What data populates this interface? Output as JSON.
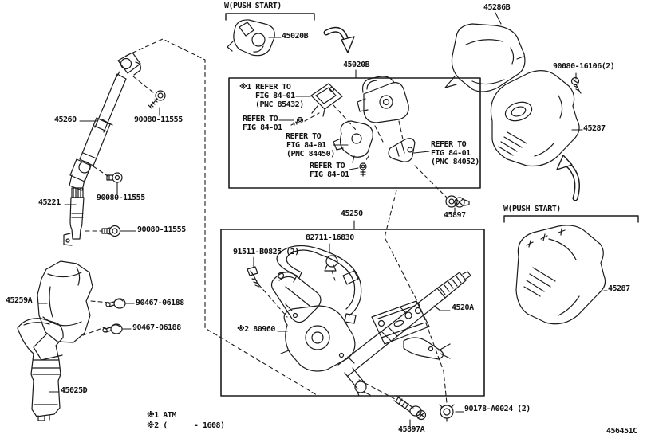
{
  "figure_code": "456451C",
  "notes": {
    "note1": "※1 ATM",
    "note2": "※2 (      - 1608)"
  },
  "labels": {
    "wps_top": "W(PUSH START)",
    "p45020B_a": "45020B",
    "p45020B_b": "45020B",
    "p45286B": "45286B",
    "p90080_16106": "90080-16106(2)",
    "p45287_right": "45287",
    "wps_right": "W(PUSH START)",
    "p45287_lower": "45287",
    "p45260": "45260",
    "p90080_11555_a": "90080-11555",
    "p90080_11555_b": "90080-11555",
    "p45221": "45221",
    "p90080_11555_c": "90080-11555",
    "p45259A": "45259A",
    "p90467_a": "90467-06188",
    "p90467_b": "90467-06188",
    "p45025D": "45025D",
    "p45250": "45250",
    "p45897": "45897",
    "p82711": "82711-16830",
    "p91511": "91511-B0825 (2)",
    "p80960": "※2 80960",
    "p4520A": "4520A",
    "p45897A": "45897A",
    "p90178": "90178-A0024 (2)"
  },
  "refer_notes": {
    "r1_l1": "※1 REFER TO",
    "r1_l2": "FIG 84-01",
    "r1_l3": "(PNC 85432)",
    "r2_l1": "REFER TO",
    "r2_l2": "FIG 84-01",
    "r3_l1": "REFER TO",
    "r3_l2": "FIG 84-01",
    "r3_l3": "(PNC 84450)",
    "r4_l1": "REFER TO",
    "r4_l2": "FIG 84-01",
    "r5_l1": "REFER TO",
    "r5_l2": "FIG 84-01",
    "r5_l3": "(PNC 84052)"
  }
}
